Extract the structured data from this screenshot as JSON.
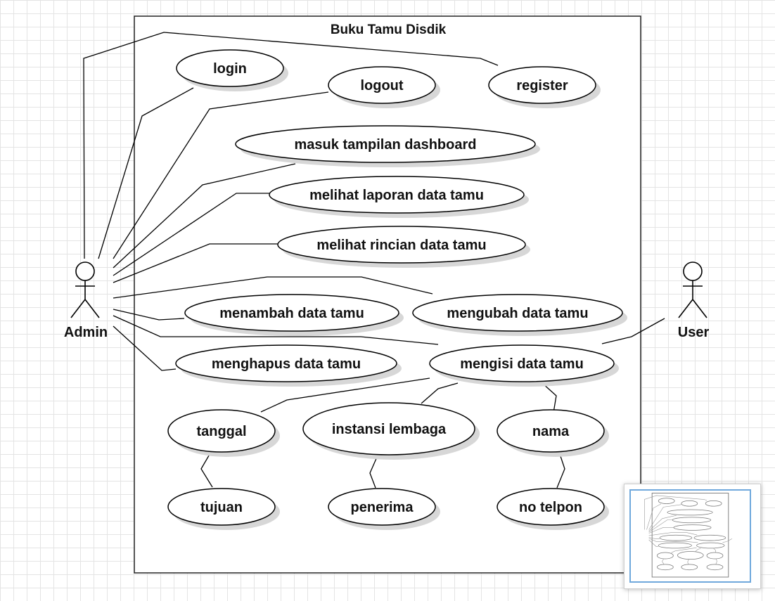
{
  "system": {
    "title": "Buku Tamu Disdik"
  },
  "actors": [
    {
      "id": "admin",
      "label": "Admin"
    },
    {
      "id": "user",
      "label": "User"
    }
  ],
  "use_cases": [
    {
      "id": "login",
      "label": "login"
    },
    {
      "id": "logout",
      "label": "logout"
    },
    {
      "id": "register",
      "label": "register"
    },
    {
      "id": "dashboard",
      "label": "masuk tampilan dashboard"
    },
    {
      "id": "laporan",
      "label": "melihat laporan data tamu"
    },
    {
      "id": "rincian",
      "label": "melihat rincian data tamu"
    },
    {
      "id": "menambah",
      "label": "menambah data tamu"
    },
    {
      "id": "mengubah",
      "label": "mengubah data tamu"
    },
    {
      "id": "menghapus",
      "label": "menghapus data tamu"
    },
    {
      "id": "mengisi",
      "label": "mengisi data tamu"
    },
    {
      "id": "tanggal",
      "label": "tanggal"
    },
    {
      "id": "instansi",
      "label": "instansi lembaga"
    },
    {
      "id": "nama",
      "label": "nama"
    },
    {
      "id": "tujuan",
      "label": "tujuan"
    },
    {
      "id": "penerima",
      "label": "penerima"
    },
    {
      "id": "telpon",
      "label": "no telpon"
    }
  ],
  "associations": [
    {
      "from": "admin",
      "to": "register"
    },
    {
      "from": "admin",
      "to": "login"
    },
    {
      "from": "admin",
      "to": "logout"
    },
    {
      "from": "admin",
      "to": "dashboard"
    },
    {
      "from": "admin",
      "to": "laporan"
    },
    {
      "from": "admin",
      "to": "rincian"
    },
    {
      "from": "admin",
      "to": "mengubah"
    },
    {
      "from": "admin",
      "to": "menambah"
    },
    {
      "from": "admin",
      "to": "mengisi"
    },
    {
      "from": "admin",
      "to": "menghapus"
    },
    {
      "from": "user",
      "to": "mengisi"
    },
    {
      "from": "mengisi",
      "to": "tanggal"
    },
    {
      "from": "mengisi",
      "to": "instansi"
    },
    {
      "from": "mengisi",
      "to": "nama"
    },
    {
      "from": "tanggal",
      "to": "tujuan"
    },
    {
      "from": "instansi",
      "to": "penerima"
    },
    {
      "from": "nama",
      "to": "telpon"
    }
  ]
}
